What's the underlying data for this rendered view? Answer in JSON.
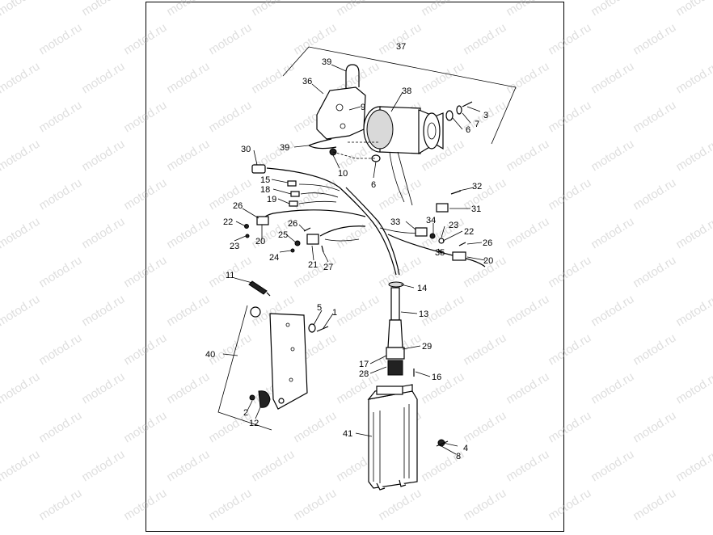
{
  "watermark": "motod.ru",
  "colors": {
    "line": "#000000",
    "background": "#ffffff",
    "watermark": "#b8b8b8"
  },
  "callouts": [
    "1",
    "2",
    "3",
    "4",
    "5",
    "6",
    "6",
    "7",
    "8",
    "9",
    "10",
    "11",
    "12",
    "13",
    "14",
    "15",
    "16",
    "17",
    "18",
    "19",
    "20",
    "20",
    "21",
    "22",
    "22",
    "23",
    "23",
    "24",
    "25",
    "26",
    "26",
    "26",
    "27",
    "28",
    "29",
    "30",
    "31",
    "32",
    "33",
    "34",
    "35",
    "36",
    "37",
    "38",
    "39",
    "39",
    "40",
    "41"
  ]
}
